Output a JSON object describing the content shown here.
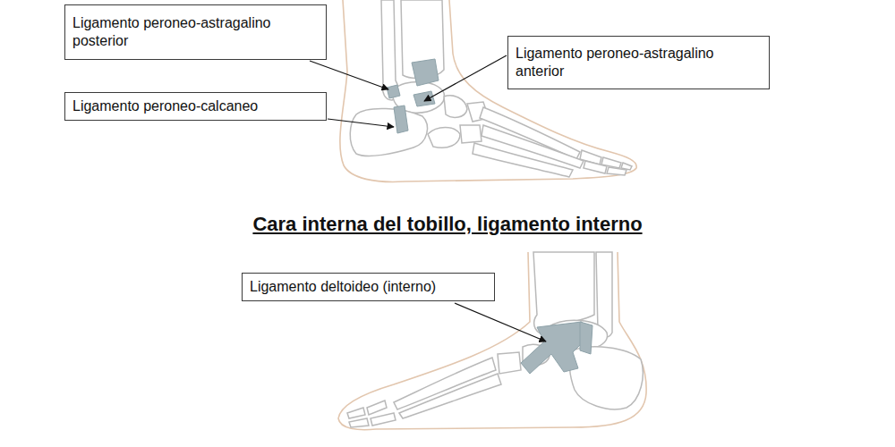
{
  "diagram": {
    "title": "Cara interna del tobillo, ligamento interno",
    "nodes": [
      {
        "text": [
          "Ligamento peroneo-astragalino posterior"
        ]
      },
      {
        "text": [
          "Ligamento peroneo-astragalino anterior"
        ]
      },
      {
        "text": [
          "Ligamento peroneo-calcaneo"
        ]
      },
      {
        "text": [
          "Ligamento deltoideo (interno)"
        ]
      }
    ]
  }
}
